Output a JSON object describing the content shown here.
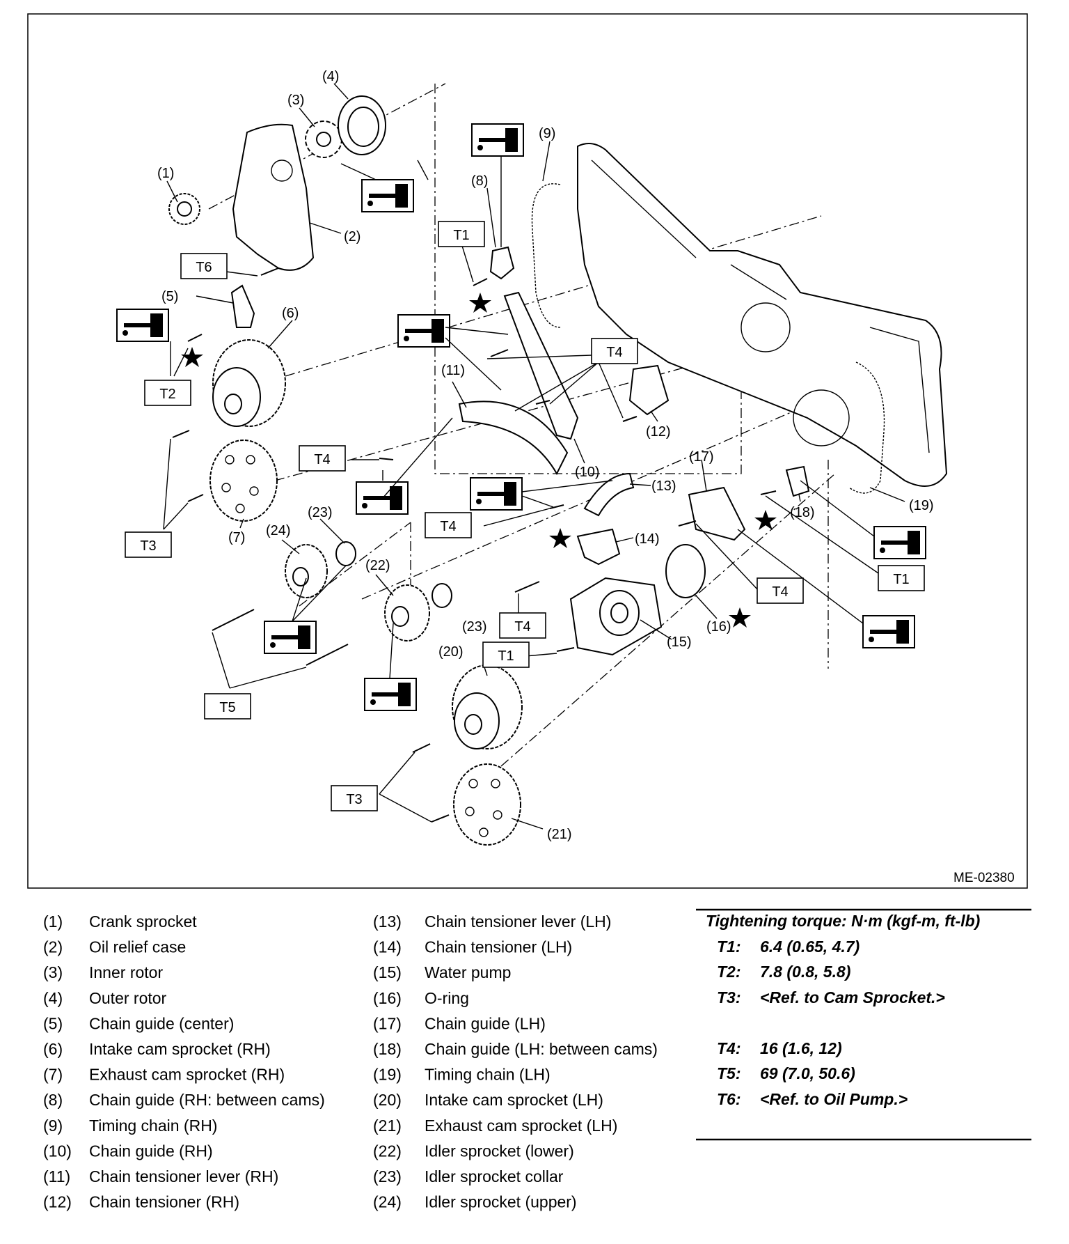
{
  "figure_id": "ME-02380",
  "callouts": [
    "(1)",
    "(2)",
    "(3)",
    "(4)",
    "(5)",
    "(6)",
    "(7)",
    "(8)",
    "(9)",
    "(10)",
    "(11)",
    "(12)",
    "(13)",
    "(14)",
    "(15)",
    "(16)",
    "(17)",
    "(18)",
    "(19)",
    "(20)",
    "(21)",
    "(22)",
    "(23)",
    "(24)"
  ],
  "torque_tags": [
    "T1",
    "T2",
    "T3",
    "T4",
    "T5",
    "T6"
  ],
  "legend": {
    "col1": [
      {
        "num": "(1)",
        "name": "Crank sprocket"
      },
      {
        "num": "(2)",
        "name": "Oil relief case"
      },
      {
        "num": "(3)",
        "name": "Inner rotor"
      },
      {
        "num": "(4)",
        "name": "Outer rotor"
      },
      {
        "num": "(5)",
        "name": "Chain guide (center)"
      },
      {
        "num": "(6)",
        "name": "Intake cam sprocket (RH)"
      },
      {
        "num": "(7)",
        "name": "Exhaust cam sprocket (RH)"
      },
      {
        "num": "(8)",
        "name": "Chain guide (RH: between cams)"
      },
      {
        "num": "(9)",
        "name": "Timing chain (RH)"
      },
      {
        "num": "(10)",
        "name": "Chain guide (RH)"
      },
      {
        "num": "(11)",
        "name": "Chain tensioner lever (RH)"
      },
      {
        "num": "(12)",
        "name": "Chain tensioner (RH)"
      }
    ],
    "col2": [
      {
        "num": "(13)",
        "name": "Chain tensioner lever (LH)"
      },
      {
        "num": "(14)",
        "name": "Chain tensioner (LH)"
      },
      {
        "num": "(15)",
        "name": "Water pump"
      },
      {
        "num": "(16)",
        "name": "O-ring"
      },
      {
        "num": "(17)",
        "name": "Chain guide (LH)"
      },
      {
        "num": "(18)",
        "name": "Chain guide (LH: between cams)"
      },
      {
        "num": "(19)",
        "name": "Timing chain (LH)"
      },
      {
        "num": "(20)",
        "name": "Intake cam sprocket (LH)"
      },
      {
        "num": "(21)",
        "name": "Exhaust cam sprocket (LH)"
      },
      {
        "num": "(22)",
        "name": "Idler sprocket (lower)"
      },
      {
        "num": "(23)",
        "name": "Idler sprocket collar"
      },
      {
        "num": "(24)",
        "name": "Idler sprocket (upper)"
      }
    ]
  },
  "torque": {
    "heading": "Tightening torque: N·m (kgf-m, ft-lb)",
    "rows": [
      {
        "code": "T1:",
        "value": "6.4 (0.65, 4.7)"
      },
      {
        "code": "T2:",
        "value": "7.8 (0.8, 5.8)"
      },
      {
        "code": "T3:",
        "value": "<Ref. to Cam Sprocket.>"
      },
      {
        "code": "T4:",
        "value": "16 (1.6, 12)"
      },
      {
        "code": "T5:",
        "value": "69 (7.0, 50.6)"
      },
      {
        "code": "T6:",
        "value": "<Ref. to Oil Pump.>"
      }
    ]
  }
}
